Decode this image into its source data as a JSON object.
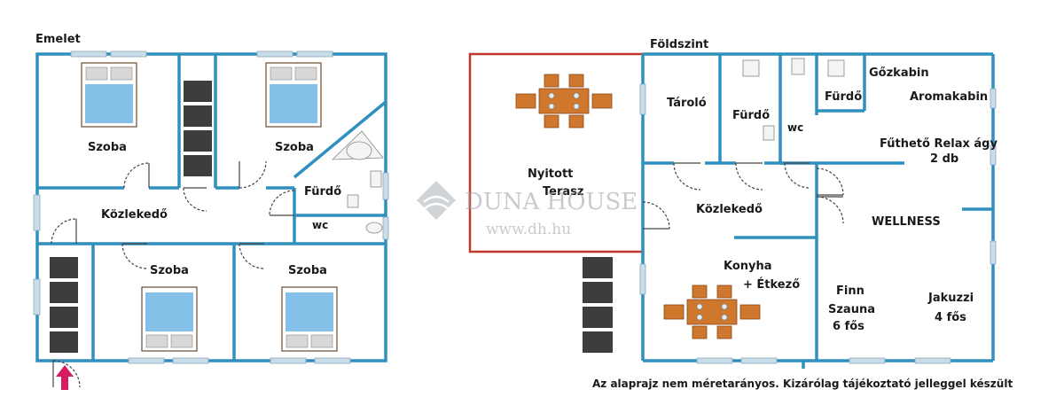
{
  "floors": {
    "upper": {
      "title": "Emelet",
      "rooms": {
        "room_top_left": "Szoba",
        "room_top_right": "Szoba",
        "bathroom": "Fürdő",
        "wc": "wc",
        "corridor": "Közlekedő",
        "room_bottom_left": "Szoba",
        "room_bottom_right": "Szoba"
      }
    },
    "ground": {
      "title": "Földszint",
      "rooms": {
        "terrace_line1": "Nyitott",
        "terrace_line2": "Terasz",
        "storage": "Tároló",
        "bathroom": "Fürdő",
        "wc": "wc",
        "wellness_bathroom": "Fürdő",
        "steam_cabin": "Gőzkabin",
        "aroma_cabin": "Aromakabin",
        "relax_bed_line1": "Fűthető Relax ágy",
        "relax_bed_line2": "2 db",
        "corridor": "Közlekedő",
        "wellness": "WELLNESS",
        "kitchen_line1": "Konyha",
        "kitchen_line2": "+ Étkező",
        "sauna_line1": "Finn",
        "sauna_line2": "Szauna",
        "sauna_line3": "6 fős",
        "jacuzzi_line1": "Jakuzzi",
        "jacuzzi_line2": "4 fős"
      }
    }
  },
  "watermark": {
    "brand": "DUNA HOUSE",
    "url": "www.dh.hu"
  },
  "disclaimer": "Az alaprajz nem méretarányos. Kizárólag tájékoztató jelleggel készült",
  "colors": {
    "wall": "#2f8fbf",
    "terrace_outline": "#c0392b",
    "bed_sheet": "#84bfe8",
    "stairs": "#3d3d3d",
    "furniture_wood": "#d0772e",
    "entrance_arrow": "#d81b60"
  },
  "icons": {
    "entrance": "arrow-up-icon",
    "watermark_logo": "duna-house-logo-icon"
  }
}
